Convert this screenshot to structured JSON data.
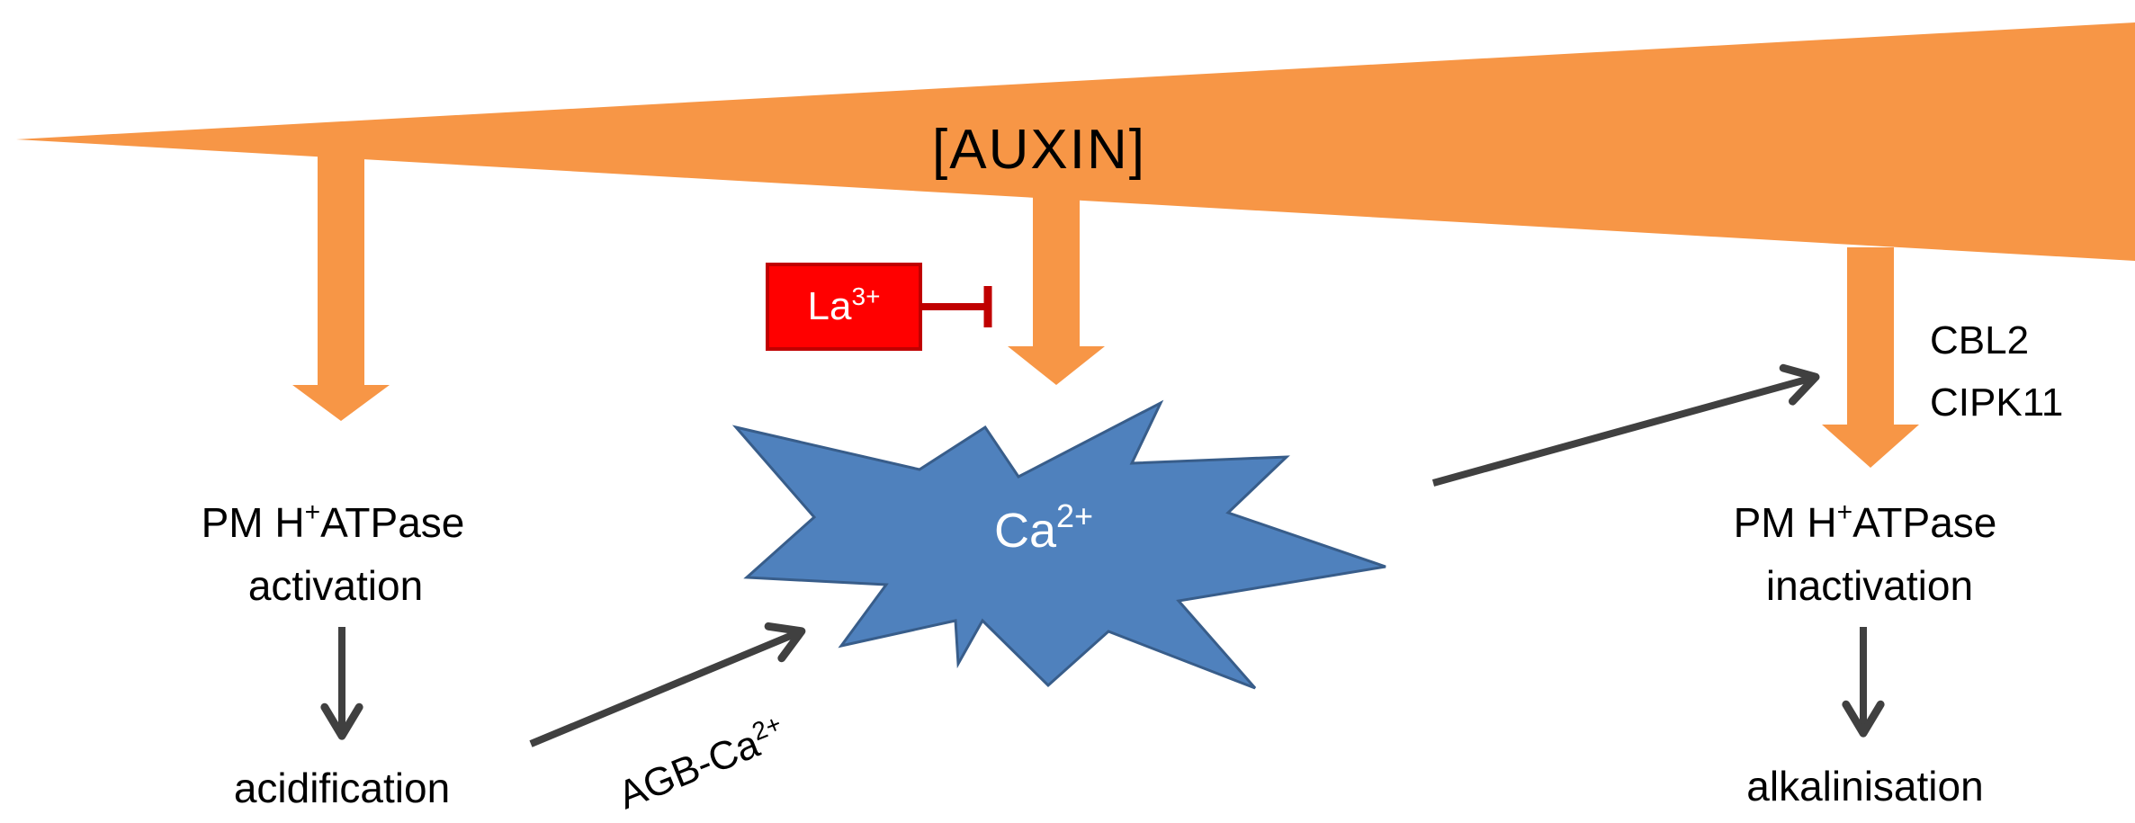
{
  "auxin": {
    "label": "[AUXIN]",
    "color": "#F79646"
  },
  "inhibitor": {
    "label": "La",
    "superscript": "3+",
    "box_color": "#FF0000",
    "box_border": "#C00000",
    "line_color": "#C00000"
  },
  "calcium": {
    "label": "Ca",
    "superscript": "2+",
    "fill_color": "#4F81BD",
    "stroke_color": "#385D8A"
  },
  "left_branch": {
    "line1_prefix": "PM H",
    "line1_superscript": "+",
    "line1_suffix": "ATPase",
    "line2": "activation",
    "result": "acidification"
  },
  "right_branch": {
    "line1_prefix": "PM H",
    "line1_superscript": "+",
    "line1_suffix": "ATPase",
    "line2": "inactivation",
    "result": "alkalinisation"
  },
  "regulators": [
    "CBL2",
    "CIPK11"
  ],
  "agb": {
    "label": "AGB-Ca",
    "superscript": "2+"
  },
  "arrow_color": "#404040"
}
